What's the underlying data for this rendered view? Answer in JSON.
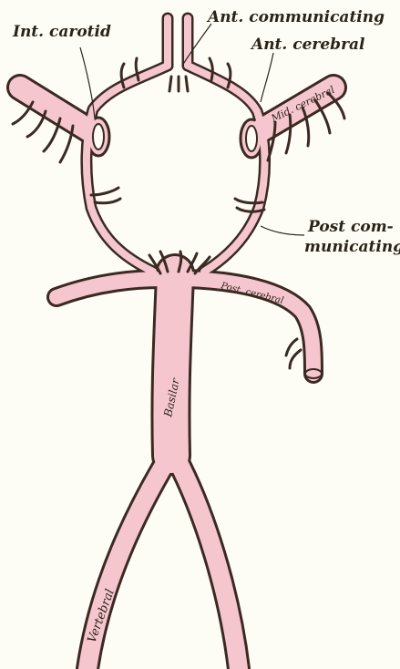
{
  "colors": {
    "background": "#fdfdf6",
    "vessel_fill": "#f6c6cf",
    "vessel_outline": "#3a2a22",
    "label_ink": "#2a2418"
  },
  "labels": {
    "int_carotid": "Int. carotid",
    "ant_communicating": "Ant. communicating",
    "ant_cerebral": "Ant. cerebral",
    "mid_cerebral": "Mid. cerebral",
    "post_communicating_line1": "Post com-",
    "post_communicating_line2": "municating",
    "post_cerebral": "Post. cerebral",
    "basilar": "Basilar",
    "vertebral": "Vertebral"
  }
}
